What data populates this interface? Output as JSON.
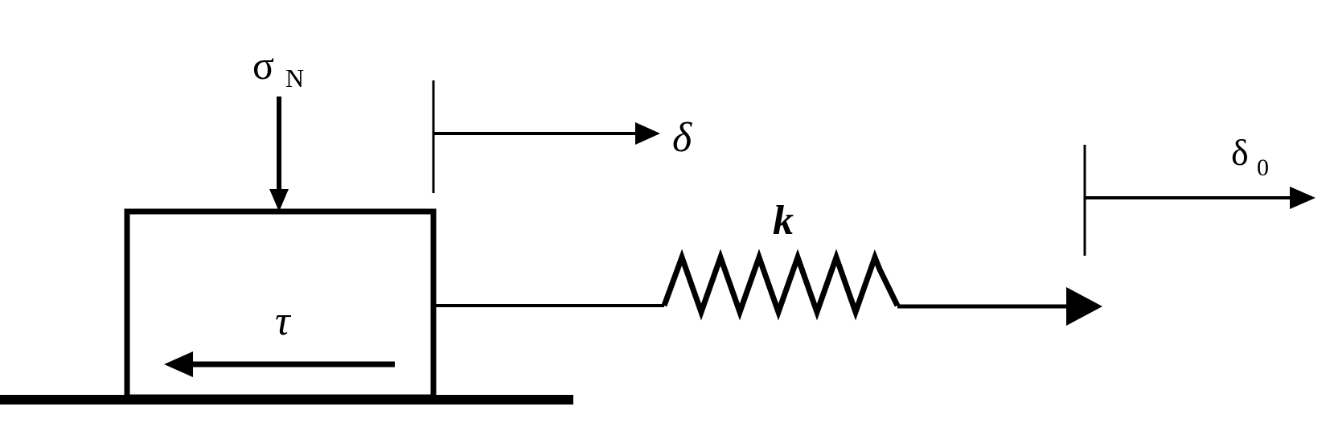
{
  "labels": {
    "normal_stress": "σ",
    "normal_stress_sub": "N",
    "displacement": "δ",
    "driver_displacement": "δ",
    "driver_displacement_sub": "0",
    "spring_stiffness": "k",
    "shear_stress": "τ"
  },
  "colors": {
    "ink": "#000000",
    "background": "#ffffff"
  }
}
